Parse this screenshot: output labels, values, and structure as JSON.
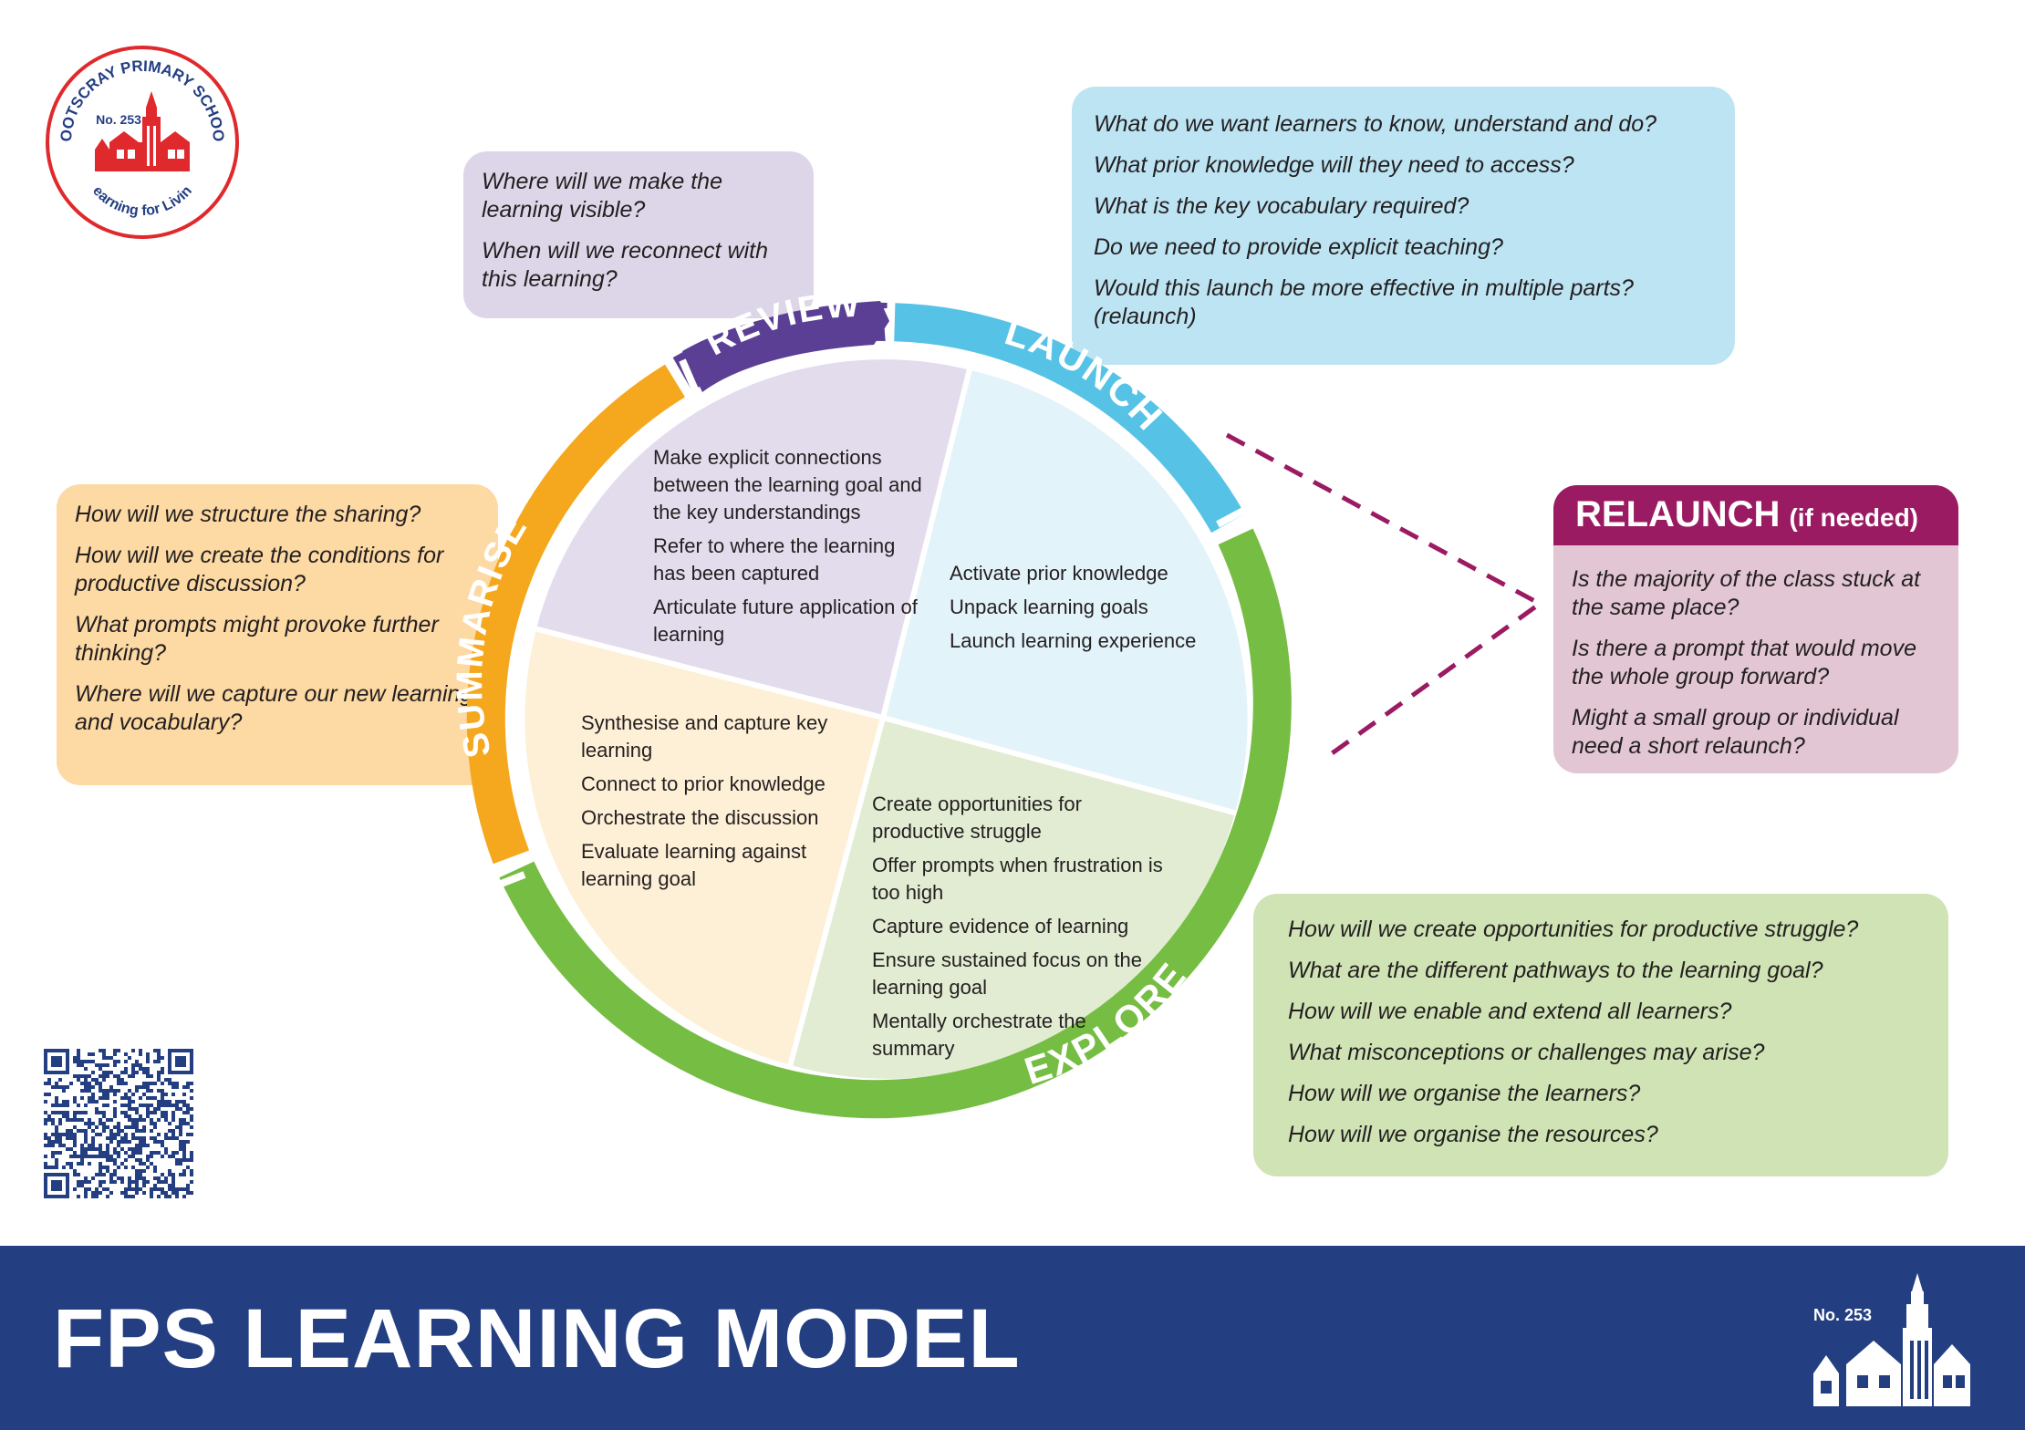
{
  "school": {
    "name": "FOOTSCRAY PRIMARY SCHOOL",
    "number": "No. 253",
    "motto": "Learning for Living"
  },
  "stages": {
    "review": "REVIEW",
    "launch": "LAUNCH",
    "explore": "EXPLORE",
    "summarise": "SUMMARISE"
  },
  "review_questions": [
    "Where will we make the learning visible?",
    "When will we reconnect with this learning?"
  ],
  "launch_questions": [
    "What do we want learners to know, understand and do?",
    "What prior knowledge will they need to access?",
    "What is the key vocabulary required?",
    "Do we need to provide explicit teaching?",
    "Would this launch be more effective in multiple parts? (relaunch)"
  ],
  "summarise_questions": [
    "How will we structure the sharing?",
    "How will we create the conditions for productive discussion?",
    "What prompts might provoke further thinking?",
    "Where will we capture our new learning and vocabulary?"
  ],
  "explore_questions": [
    "How will we create opportunities for productive struggle?",
    "What are the different pathways to the learning goal?",
    "How will we enable and extend all learners?",
    "What misconceptions or challenges may arise?",
    "How will we organise the learners?",
    "How will we organise the resources?"
  ],
  "relaunch": {
    "title": "RELAUNCH",
    "subtitle": "(if needed)",
    "questions": [
      "Is the majority of the class stuck at the same place?",
      "Is there a prompt that would move the whole group forward?",
      "Might a small group or individual need a short relaunch?"
    ]
  },
  "wheel": {
    "review": [
      "Make explicit connections between the learning goal and the key understandings",
      "Refer to where the learning has been captured",
      "Articulate future application of learning"
    ],
    "launch": [
      "Activate prior knowledge",
      "Unpack learning goals",
      "Launch learning experience"
    ],
    "summarise": [
      "Synthesise and capture key learning",
      "Connect to prior knowledge",
      "Orchestrate the discussion",
      "Evaluate learning against learning goal"
    ],
    "explore": [
      "Create opportunities for productive struggle",
      "Offer prompts when frustration is too high",
      "Capture evidence of learning",
      "Ensure sustained focus on the learning goal",
      "Mentally orchestrate the summary"
    ]
  },
  "footer": {
    "title": "FPS LEARNING MODEL"
  },
  "colors": {
    "review": "#5b3f95",
    "launch": "#56c3e6",
    "explore": "#76bd43",
    "summarise": "#f5a81d",
    "relaunch": "#9b1b63",
    "footer": "#233f82",
    "logo_red": "#e0292d"
  }
}
